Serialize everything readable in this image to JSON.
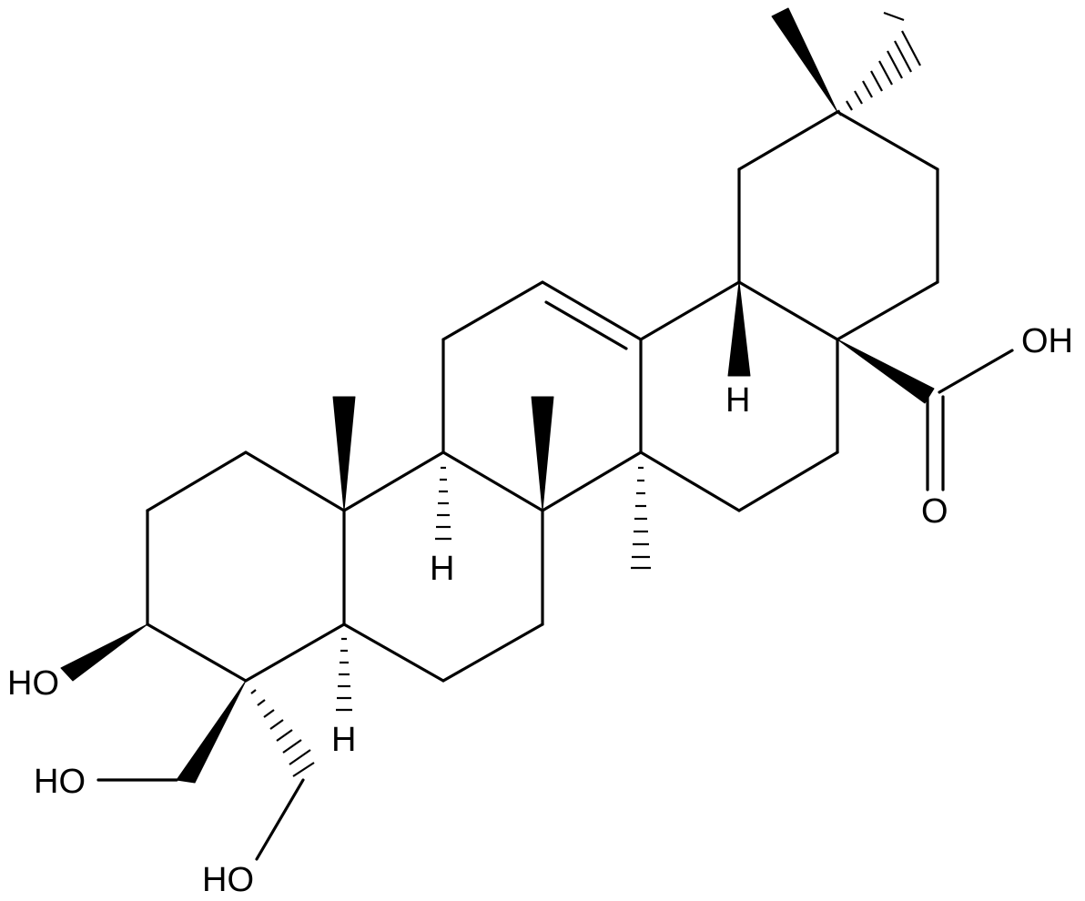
{
  "molecule": {
    "kind": "structural-formula",
    "colors": {
      "ink": "#000000",
      "background": "#ffffff"
    },
    "labels": {
      "oh_carboxyl": "OH",
      "o_carbonyl": "O",
      "h_c18": "H",
      "h_c9": "H",
      "h_c5": "H",
      "ho_c3": "HO",
      "ho_ch2_a": "HO",
      "ho_ch2_b": "HO"
    }
  }
}
